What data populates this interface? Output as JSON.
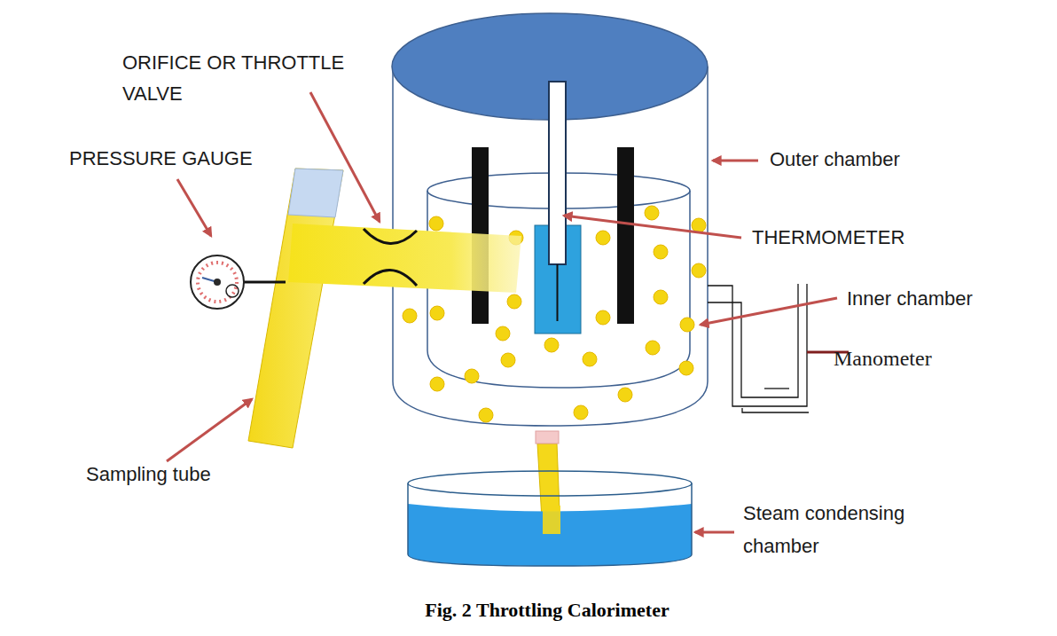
{
  "diagram": {
    "caption": "Fig. 2 Throttling Calorimeter",
    "labels": [
      "ORIFICE OR THROTTLE VALVE",
      "PRESSURE GAUGE",
      "Outer chamber",
      "THERMOMETER",
      "Inner chamber",
      "Manometer",
      "Sampling tube",
      "Steam condensing chamber"
    ]
  }
}
